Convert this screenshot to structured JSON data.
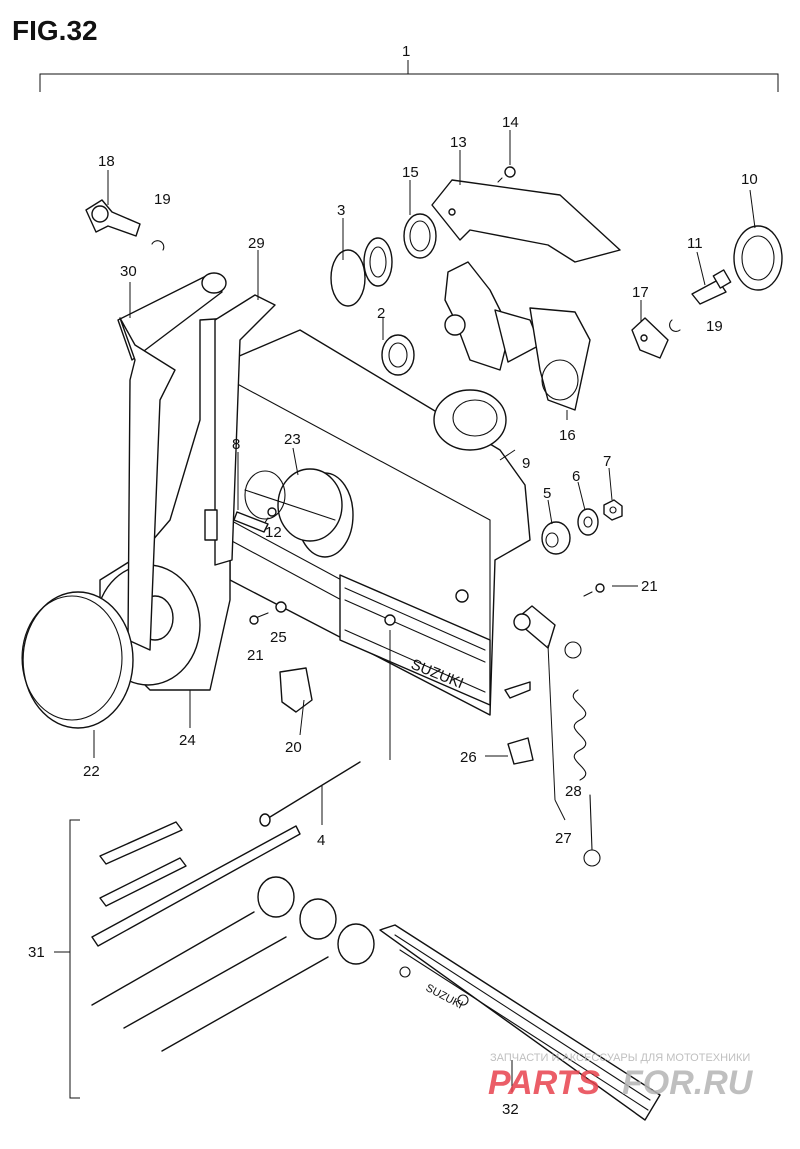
{
  "figure": {
    "title": "FIG.32"
  },
  "callouts": [
    "1",
    "2",
    "3",
    "4",
    "5",
    "6",
    "7",
    "8",
    "9",
    "10",
    "11",
    "12",
    "13",
    "14",
    "15",
    "16",
    "17",
    "18",
    "19",
    "19",
    "20",
    "21",
    "21",
    "22",
    "23",
    "24",
    "25",
    "26",
    "27",
    "28",
    "29",
    "30",
    "31",
    "32"
  ],
  "housing_label": "SUZUKI",
  "plate_label": "SUZUKI",
  "watermark": {
    "tagline": "ЗАПЧАСТИ И АКСЕССУАРЫ ДЛЯ МОТОТЕХНИКИ",
    "brand_red": "PARTS",
    "brand_grey": "FOR.RU",
    "colors": {
      "red": "#e8434e",
      "grey": "#b5b5b5"
    }
  }
}
